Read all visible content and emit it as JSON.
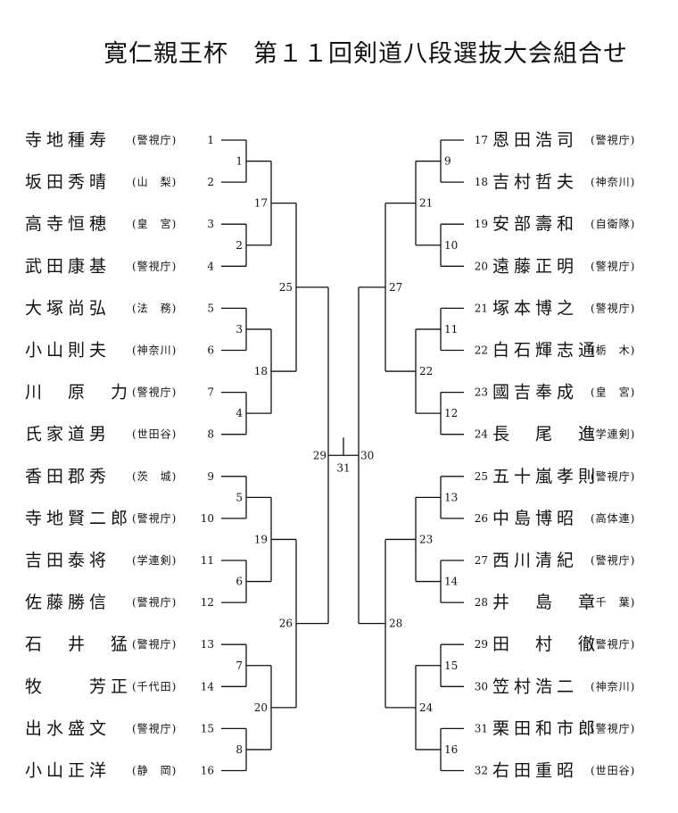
{
  "title": "寛仁親王杯　第１１回剣道八段選抜大会組合せ",
  "left_players": [
    {
      "seed": "1",
      "name": "寺地種寿",
      "affiliation": "(警視庁)"
    },
    {
      "seed": "2",
      "name": "坂田秀晴",
      "affiliation": "(山　梨)"
    },
    {
      "seed": "3",
      "name": "高寺恒穂",
      "affiliation": "(皇　宮)"
    },
    {
      "seed": "4",
      "name": "武田康基",
      "affiliation": "(警視庁)"
    },
    {
      "seed": "5",
      "name": "大塚尚弘",
      "affiliation": "(法　務)"
    },
    {
      "seed": "6",
      "name": "小山則夫",
      "affiliation": "(神奈川)"
    },
    {
      "seed": "7",
      "name": "川　原　力",
      "affiliation": "(警視庁)"
    },
    {
      "seed": "8",
      "name": "氏家道男",
      "affiliation": "(世田谷)"
    },
    {
      "seed": "9",
      "name": "香田郡秀",
      "affiliation": "(茨　城)"
    },
    {
      "seed": "10",
      "name": "寺地賢二郎",
      "affiliation": "(警視庁)"
    },
    {
      "seed": "11",
      "name": "吉田泰将",
      "affiliation": "(学連剣)"
    },
    {
      "seed": "12",
      "name": "佐藤勝信",
      "affiliation": "(警視庁)"
    },
    {
      "seed": "13",
      "name": "石　井　猛",
      "affiliation": "(警視庁)"
    },
    {
      "seed": "14",
      "name": "牧　　芳正",
      "affiliation": "(千代田)"
    },
    {
      "seed": "15",
      "name": "出水盛文",
      "affiliation": "(警視庁)"
    },
    {
      "seed": "16",
      "name": "小山正洋",
      "affiliation": "(静　岡)"
    }
  ],
  "right_players": [
    {
      "seed": "17",
      "name": "恩田浩司",
      "affiliation": "(警視庁)"
    },
    {
      "seed": "18",
      "name": "吉村哲夫",
      "affiliation": "(神奈川)"
    },
    {
      "seed": "19",
      "name": "安部壽和",
      "affiliation": "(自衛隊)"
    },
    {
      "seed": "20",
      "name": "遠藤正明",
      "affiliation": "(警視庁)"
    },
    {
      "seed": "21",
      "name": "塚本博之",
      "affiliation": "(警視庁)"
    },
    {
      "seed": "22",
      "name": "白石輝志通",
      "affiliation": "(栃　木)"
    },
    {
      "seed": "23",
      "name": "國吉奉成",
      "affiliation": "(皇　宮)"
    },
    {
      "seed": "24",
      "name": "長　尾　進",
      "affiliation": "(学連剣)"
    },
    {
      "seed": "25",
      "name": "五十嵐孝則",
      "affiliation": "(警視庁)"
    },
    {
      "seed": "26",
      "name": "中島博昭",
      "affiliation": "(高体連)"
    },
    {
      "seed": "27",
      "name": "西川清紀",
      "affiliation": "(警視庁)"
    },
    {
      "seed": "28",
      "name": "井　島　章",
      "affiliation": "(千　葉)"
    },
    {
      "seed": "29",
      "name": "田　村　徹",
      "affiliation": "(警視庁)"
    },
    {
      "seed": "30",
      "name": "笠村浩二",
      "affiliation": "(神奈川)"
    },
    {
      "seed": "31",
      "name": "栗田和市郎",
      "affiliation": "(警視庁)"
    },
    {
      "seed": "32",
      "name": "右田重昭",
      "affiliation": "(世田谷)"
    }
  ],
  "match_numbers": {
    "left_r1": [
      "1",
      "2",
      "3",
      "4",
      "5",
      "6",
      "7",
      "8"
    ],
    "left_r2": [
      "17",
      "18",
      "19",
      "20"
    ],
    "left_r3": [
      "25",
      "26"
    ],
    "left_r4": "29",
    "right_r1": [
      "9",
      "10",
      "11",
      "12",
      "13",
      "14",
      "15",
      "16"
    ],
    "right_r2": [
      "21",
      "22",
      "23",
      "24"
    ],
    "right_r3": [
      "27",
      "28"
    ],
    "right_r4": "30",
    "final": "31"
  }
}
